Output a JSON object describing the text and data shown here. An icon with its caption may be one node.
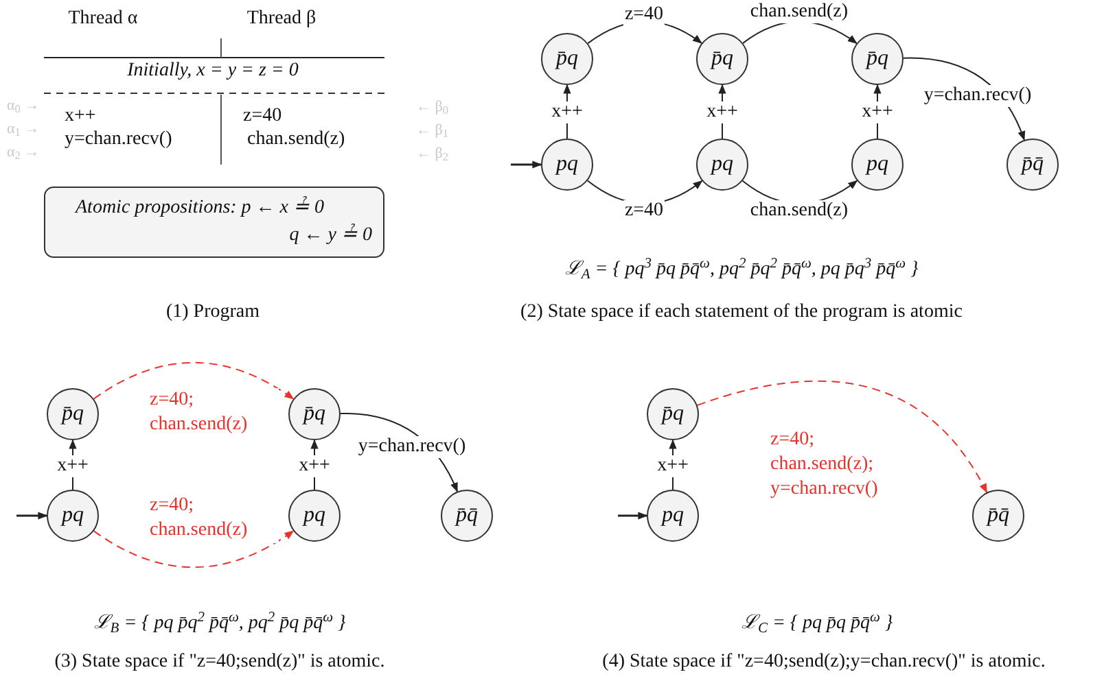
{
  "diagram": {
    "nodes": [
      {
        "text": [
          "Atomic propositions: p ← x ≟ 0",
          "q ← y ≟ 0"
        ]
      },
      {
        "text": [
          "p̄q"
        ]
      },
      {
        "text": [
          "p̄q"
        ]
      },
      {
        "text": [
          "p̄q"
        ]
      },
      {
        "text": [
          "pq"
        ]
      },
      {
        "text": [
          "pq"
        ]
      },
      {
        "text": [
          "pq"
        ]
      },
      {
        "text": [
          "p̄q̄"
        ]
      },
      {
        "text": [
          "p̄q"
        ]
      },
      {
        "text": [
          "p̄q"
        ]
      },
      {
        "text": [
          "pq"
        ]
      },
      {
        "text": [
          "pq"
        ]
      },
      {
        "text": [
          "p̄q̄"
        ]
      },
      {
        "text": [
          "p̄q"
        ]
      },
      {
        "text": [
          "pq"
        ]
      },
      {
        "text": [
          "p̄q̄"
        ]
      }
    ],
    "edges": [
      {
        "from": null,
        "to": 4,
        "arrow": "to"
      },
      {
        "from": 4,
        "to": 1,
        "arrow": "to",
        "label": "x++"
      },
      {
        "from": 1,
        "to": 2,
        "arrow": "to",
        "label": "z=40"
      },
      {
        "from": 2,
        "to": 3,
        "arrow": "to",
        "label": "chan.send(z)"
      },
      {
        "from": 5,
        "to": 2,
        "arrow": "to",
        "label": "x++"
      },
      {
        "from": 6,
        "to": 3,
        "arrow": "to",
        "label": "x++"
      },
      {
        "from": 4,
        "to": 5,
        "arrow": "to",
        "label": "z=40"
      },
      {
        "from": 5,
        "to": 6,
        "arrow": "to",
        "label": "chan.send(z)"
      },
      {
        "from": 3,
        "to": 7,
        "arrow": "to",
        "label": "y=chan.recv()"
      },
      {
        "from": null,
        "to": 10,
        "arrow": "to"
      },
      {
        "from": 10,
        "to": 8,
        "arrow": "to",
        "label": "x++"
      },
      {
        "from": 8,
        "to": 9,
        "arrow": "to",
        "label": "z=40; chan.send(z)",
        "style": "dashed",
        "color": "#e8322b"
      },
      {
        "from": 11,
        "to": 9,
        "arrow": "to",
        "label": "x++"
      },
      {
        "from": 10,
        "to": 11,
        "arrow": "to",
        "label": "z=40; chan.send(z)",
        "style": "dashed",
        "color": "#e8322b"
      },
      {
        "from": 9,
        "to": 12,
        "arrow": "to",
        "label": "y=chan.recv()"
      },
      {
        "from": null,
        "to": 14,
        "arrow": "to"
      },
      {
        "from": 14,
        "to": 13,
        "arrow": "to",
        "label": "x++"
      },
      {
        "from": 13,
        "to": 15,
        "arrow": "to",
        "label": "z=40; chan.send(z); y=chan.recv()",
        "style": "dashed",
        "color": "#e8322b"
      }
    ],
    "labels": [
      "Thread α",
      "Thread β",
      "Initially, x = y = z = 0",
      "α$_{0}$ →",
      "x++",
      "z=40",
      "← β$_{0}$",
      "α$_{1}$ →",
      "y=chan.recv()",
      "chan.send(z)",
      "← β$_{1}$",
      "α$_{2}$ →",
      "← β$_{2}$",
      "ℒ$_{A}$ = { pq$^{3}$ p̄q p̄q̄$^{ω}$, pq$^{2}$ p̄q$^{2}$ p̄q̄$^{ω}$, pq p̄q$^{3}$ p̄q̄$^{ω}$ }",
      "(1) Program",
      "(2) State space if each statement of the program is atomic",
      "ℒ$_{B}$ = { pq p̄q$^{2}$ p̄q̄$^{ω}$, pq$^{2}$ p̄q p̄q̄$^{ω}$ }",
      "ℒ$_{C}$ = { pq p̄q p̄q̄$^{ω}$ }",
      "(3) State space if \"z=40;send(z)\" is atomic.",
      "(4) State space if \"z=40;send(z);y=chan.recv()\" is atomic."
    ]
  }
}
